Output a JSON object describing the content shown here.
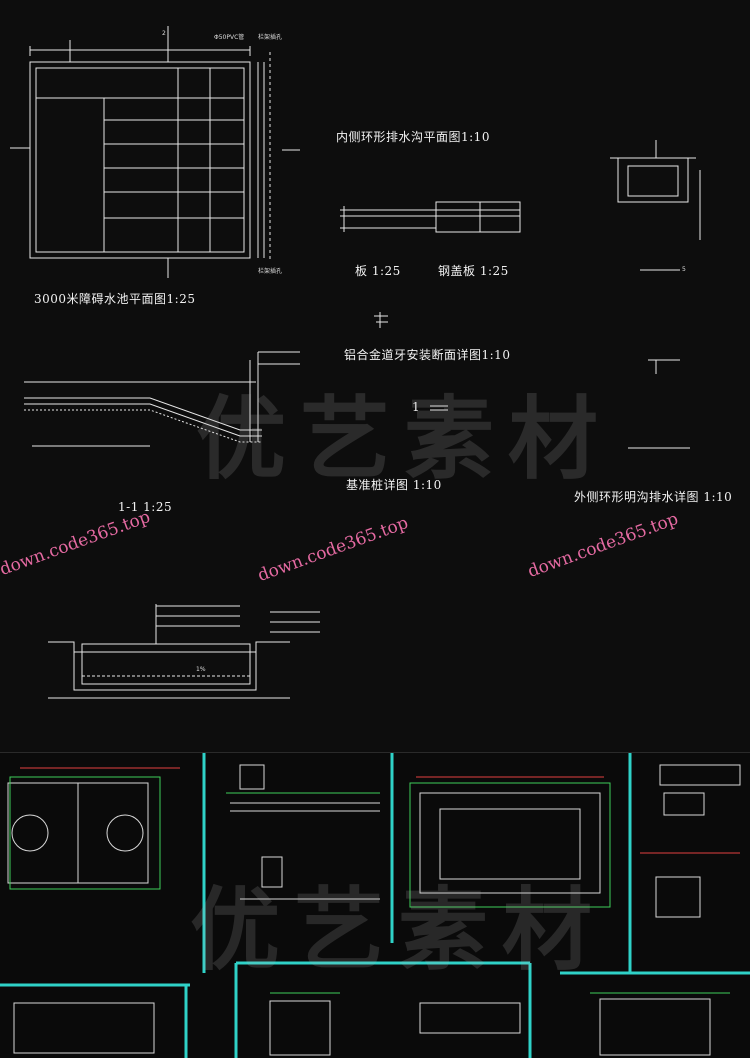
{
  "labels": {
    "inner_drain_plan": "内侧环形排水沟平面图1:10",
    "plate": "板  1:25",
    "steel_cover": "钢盖板  1:25",
    "pool_plan": "3000米障碍水池平面图1:25",
    "curb_section": "铝合金道牙安装断面详图1:10",
    "pile_detail": "基准桩详图  1:10",
    "section_11": "1-1   1:25",
    "outer_drain": "外侧环形明沟排水详图  1:10",
    "pvc": "Φ50PVC管",
    "rail_hole_top": "栏架插孔",
    "rail_hole_bottom": "栏架插孔",
    "slope": "1%",
    "marker_1": "1",
    "marker_2": "2",
    "marker_5": "5"
  },
  "watermark": {
    "brand": "优艺素材",
    "urls": [
      "down.code365.top",
      "down.code365.top",
      "down.code365.top"
    ]
  },
  "colors": {
    "background": "#0b0b0b",
    "line": "#e8e8e8",
    "cyan_frame": "#2fd2c8",
    "watermark_url": "#e56aa2"
  }
}
